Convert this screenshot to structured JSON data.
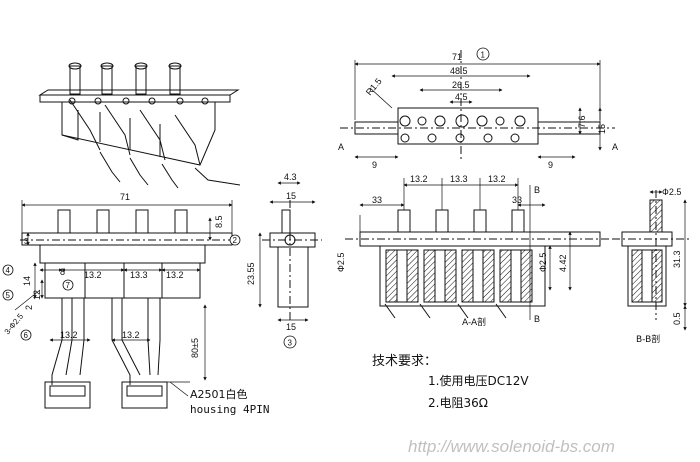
{
  "dimensions": {
    "top_total": "71",
    "top_48": "48.5",
    "top_26": "26.5",
    "top_4": "4.5",
    "top_radius": "R1.5",
    "top_left9": "9",
    "top_right9": "9",
    "top_7_6": "7.6",
    "top_15": "15",
    "front_71": "71",
    "front_8_5": "8.5",
    "front_3": "3",
    "front_8": "8",
    "front_13_2a": "13.2",
    "front_13_3": "13.3",
    "front_13_2b": "13.2",
    "front_14": "14",
    "front_12": "12",
    "front_2": "2",
    "front_slot": "3-Ф2.5",
    "front_13_2c": "13.2",
    "front_13_2d": "13.2",
    "front_80": "80±5",
    "side_4_3": "4.3",
    "side_15": "15",
    "side_23_55": "23.55",
    "side_15b": "15",
    "sec_33a": "33",
    "sec_33b": "33",
    "sec_13_2a": "13.2",
    "sec_13_3": "13.3",
    "sec_13_2b": "13.2",
    "sec_phi25": "Ф2.5",
    "sec_4_42": "4.42",
    "sec_phi25b": "Ф2.5",
    "b_phi25": "Ф2.5",
    "b_31_3": "31.3",
    "b_0_5": "0.5"
  },
  "labels": {
    "A_left": "A",
    "A_right": "A",
    "B_top": "B",
    "B_bottom": "B",
    "section_aa": "A-A剖",
    "section_bb": "B-B剖",
    "housing_line1": "A2501白色",
    "housing_line2": "housing 4PIN"
  },
  "balloons": {
    "b1": "1",
    "b2": "2",
    "b3": "3",
    "b4": "4",
    "b5": "5",
    "b6": "6",
    "b7": "7"
  },
  "notes": {
    "title": "技术要求：",
    "line1": "1.使用电压DC12V",
    "line2": "2.电阻36Ω"
  },
  "watermark": "http://www.solenoid-bs.com"
}
